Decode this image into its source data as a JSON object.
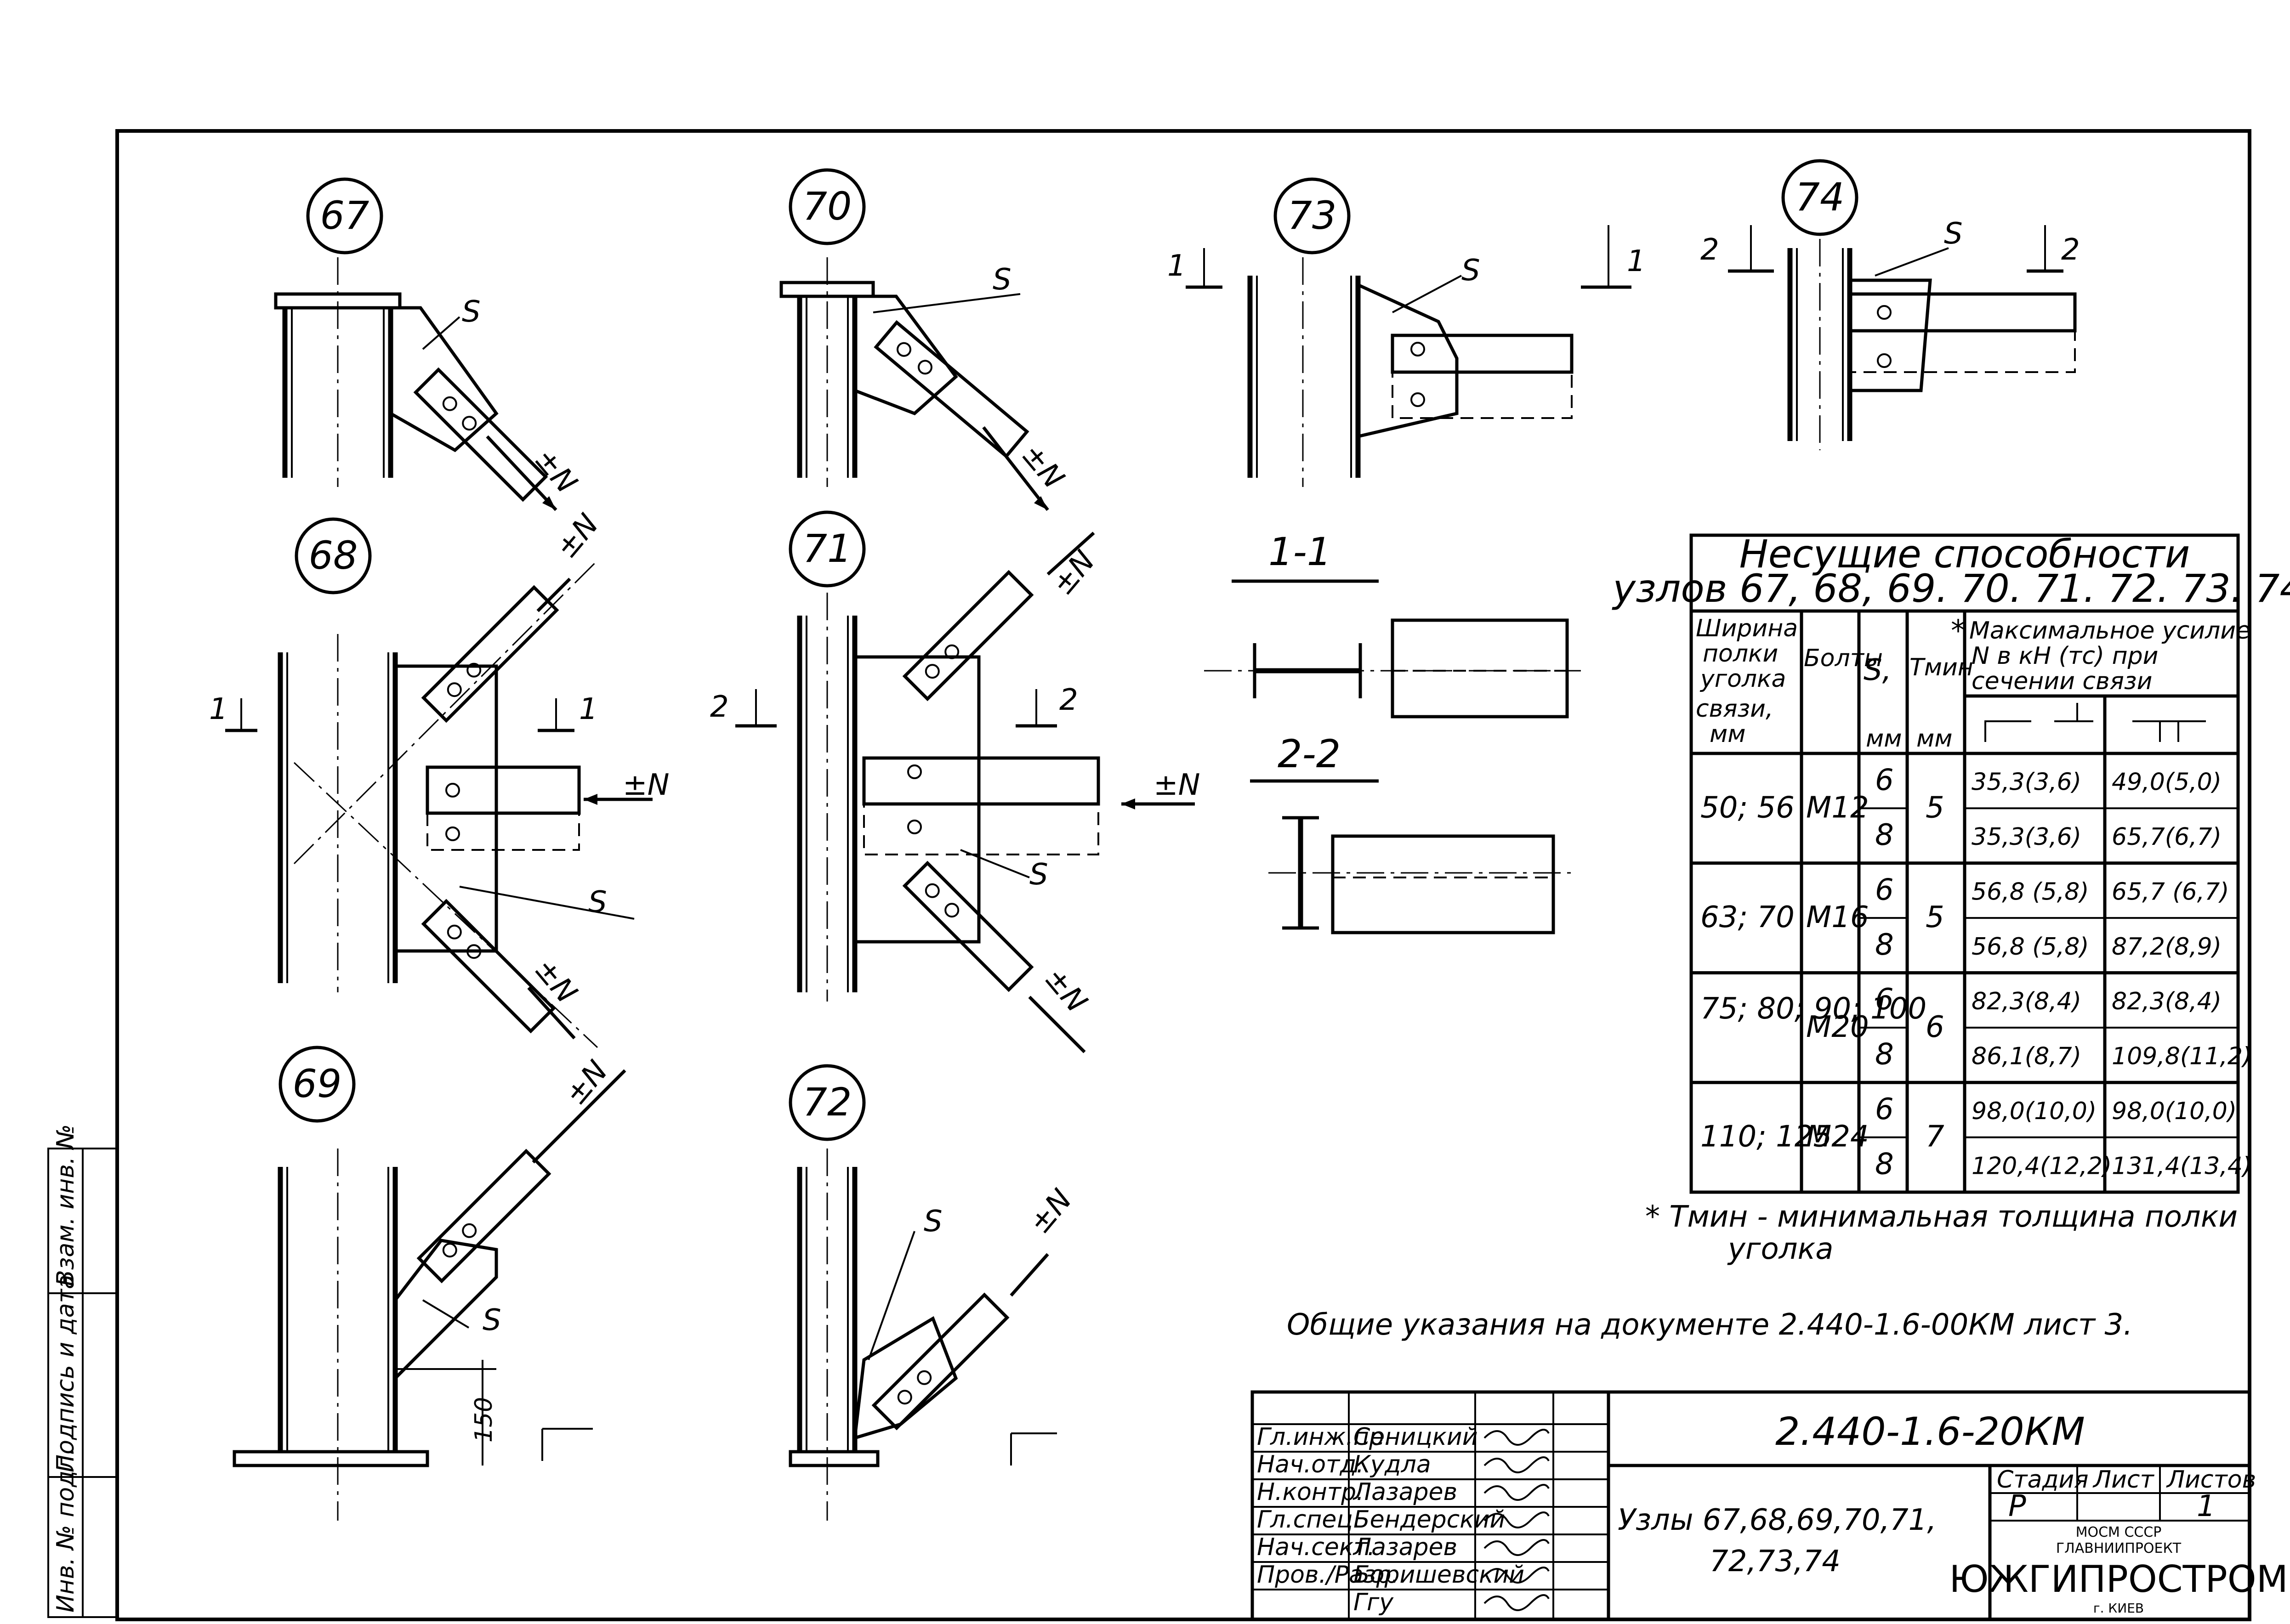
{
  "nodes": [
    "67",
    "68",
    "69",
    "70",
    "71",
    "72",
    "73",
    "74"
  ],
  "labels": {
    "s": "S",
    "force": "±N",
    "dim_150": "150",
    "cut1": "1",
    "cut2": "2",
    "section_1_1": "1-1",
    "section_2_2": "2-2"
  },
  "table": {
    "title_line1": "Несущие способности",
    "title_line2": "узлов 67, 68, 69. 70. 71. 72. 73. 74.",
    "headers": {
      "width": [
        "Ширина",
        "полки",
        "уголка",
        "связи,",
        "мм"
      ],
      "bolts": "Болты",
      "s": "S,",
      "s_unit": "мм",
      "tmin": "Тмин",
      "tmin_unit": "мм",
      "tmin_star": "*",
      "max_force": [
        "Максимальное усилие",
        "N в кН (тс) при",
        "сечении связи"
      ]
    },
    "rows": [
      {
        "width": "50; 56",
        "bolt": "М12",
        "tmin": "5",
        "sub": [
          {
            "s": "6",
            "v1": "35,3(3,6)",
            "v2": "49,0(5,0)"
          },
          {
            "s": "8",
            "v1": "35,3(3,6)",
            "v2": "65,7(6,7)"
          }
        ]
      },
      {
        "width": "63; 70",
        "bolt": "М16",
        "tmin": "5",
        "sub": [
          {
            "s": "6",
            "v1": "56,8 (5,8)",
            "v2": "65,7 (6,7)"
          },
          {
            "s": "8",
            "v1": "56,8 (5,8)",
            "v2": "87,2(8,9)"
          }
        ]
      },
      {
        "width": "75; 80; 90; 100",
        "bolt": "М20",
        "tmin": "6",
        "sub": [
          {
            "s": "6",
            "v1": "82,3(8,4)",
            "v2": "82,3(8,4)"
          },
          {
            "s": "8",
            "v1": "86,1(8,7)",
            "v2": "109,8(11,2)"
          }
        ]
      },
      {
        "width": "110; 125",
        "bolt": "М24",
        "tmin": "7",
        "sub": [
          {
            "s": "6",
            "v1": "98,0(10,0)",
            "v2": "98,0(10,0)"
          },
          {
            "s": "8",
            "v1": "120,4(12,2)",
            "v2": "131,4(13,4)"
          }
        ]
      }
    ],
    "footnote_line1": "* Тмин - минимальная толщина полки",
    "footnote_line2": "уголка"
  },
  "general_note": "Общие указания на документе 2.440-1.6-00КМ лист 3.",
  "title_block": {
    "doc_code": "2.440-1.6-20КМ",
    "title_line1": "Узлы 67,68,69,70,71,",
    "title_line2": "72,73,74",
    "roles": [
      {
        "role": "Гл.инж.пр.",
        "name": "Сеницкий"
      },
      {
        "role": "Нач.отд.",
        "name": "Кудла"
      },
      {
        "role": "Н.контр.",
        "name": "Лазарев"
      },
      {
        "role": "Гл.спец.",
        "name": "Бендерский"
      },
      {
        "role": "Нач.сект.",
        "name": "Лазарев"
      },
      {
        "role": "Пров./Разр.",
        "name": "Боришевский"
      },
      {
        "role": "",
        "name": "Ггу"
      }
    ],
    "stage_label": "Стадия",
    "sheet_label": "Лист",
    "sheets_label": "Листов",
    "stage": "Р",
    "sheets": "1",
    "org_line1": "МОСМ СССР",
    "org_line2": "ГЛАВНИИПРОЕКТ",
    "org_name": "ЮЖГИПРОСТРОМ",
    "city": "г. КИЕВ"
  },
  "side_stamp": {
    "inv_orig": "Инв. № подл.",
    "sign_date": "Подпись и дата",
    "inv_repl": "Взам. инв. №"
  }
}
